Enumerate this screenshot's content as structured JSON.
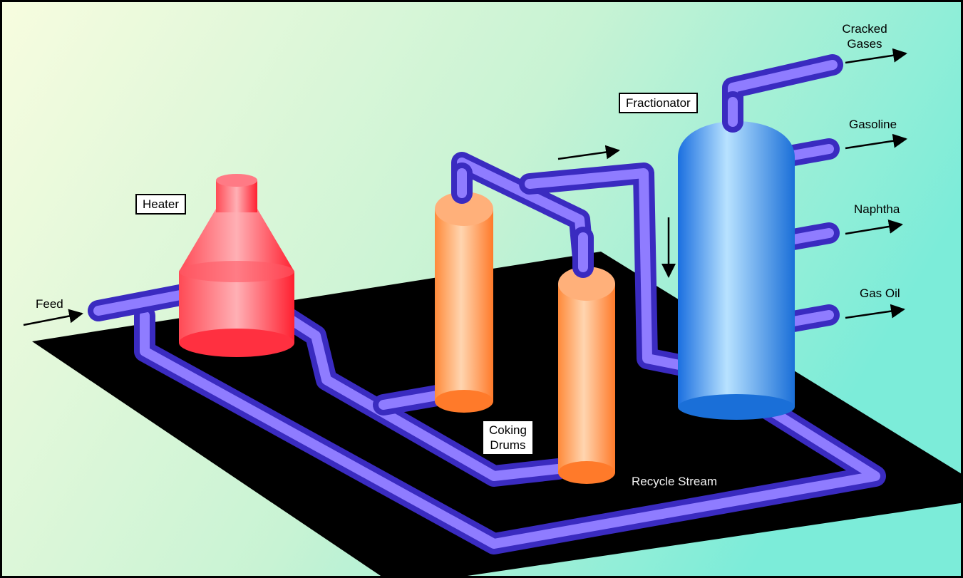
{
  "diagram": {
    "equipment": {
      "heater": "Heater",
      "fractionator": "Fractionator",
      "coking_drums_line1": "Coking",
      "coking_drums_line2": "Drums"
    },
    "streams": {
      "feed": "Feed",
      "cracked_gases_line1": "Cracked",
      "cracked_gases_line2": "Gases",
      "gasoline": "Gasoline",
      "naphtha": "Naphtha",
      "gas_oil": "Gas Oil",
      "recycle_stream": "Recycle Stream"
    },
    "colors": {
      "background_left": "#f5fbdc",
      "background_right": "#7feedb",
      "platform": "#000000",
      "pipe": "#6a55e8",
      "heater": "#ff2a3a",
      "coking_drum": "#ff8a3a",
      "fractionator": "#2a86f0"
    }
  }
}
